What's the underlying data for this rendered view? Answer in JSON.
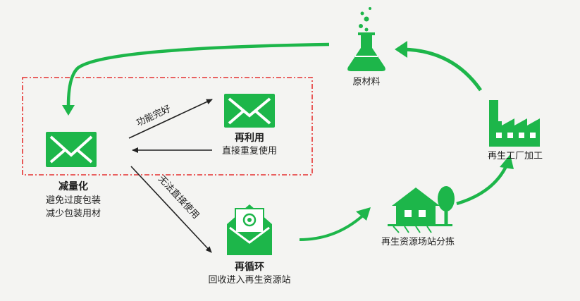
{
  "nodes": {
    "reduce": {
      "title": "减量化",
      "lines": [
        "避免过度包装",
        "减少包装用材"
      ]
    },
    "reuse": {
      "title": "再利用",
      "lines": [
        "直接重复使用"
      ]
    },
    "recycle": {
      "title": "再循环",
      "lines": [
        "回收进入再生资源站"
      ]
    },
    "sorting": {
      "label": "再生资源场站分拣"
    },
    "factory": {
      "label": "再生工厂加工"
    },
    "material": {
      "label": "原材料"
    }
  },
  "edges": {
    "good_condition": "功能完好",
    "not_direct_use": "无法直接使用"
  },
  "colors": {
    "green": "#1db64a",
    "dark": "#222222",
    "dashed_box": "#e53030"
  }
}
